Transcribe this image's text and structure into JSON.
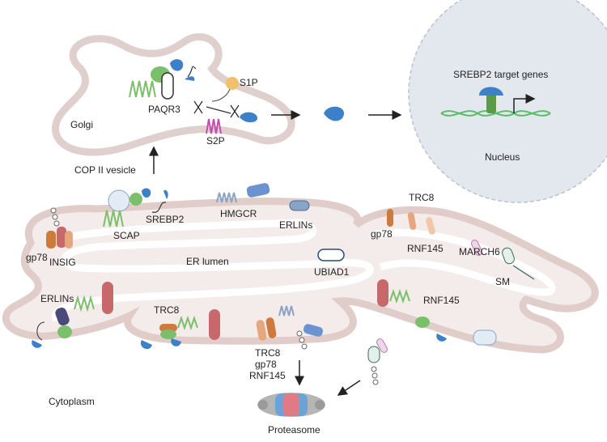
{
  "labels": {
    "srebp2_target_genes": "SREBP2 target genes",
    "nucleus": "Nucleus",
    "golgi": "Golgi",
    "paqr3": "PAQR3",
    "s1p": "S1P",
    "s2p": "S2P",
    "cop_ii_vesicle": "COP II vesicle",
    "scap": "SCAP",
    "srebp2": "SREBP2",
    "gp78_left": "gp78",
    "insig": "INSIG",
    "hmgcr": "HMGCR",
    "erlins_top": "ERLINs",
    "trc8_top": "TRC8",
    "gp78_right": "gp78",
    "rnf145_top": "RNF145",
    "march6": "MARCH6",
    "sm": "SM",
    "er_lumen": "ER lumen",
    "ubiad1": "UBIAD1",
    "erlins_left": "ERLINs",
    "trc8_mid": "TRC8",
    "rnf145_right": "RNF145",
    "trc8_bottom": "TRC8",
    "gp78_bottom": "gp78",
    "rnf145_bottom": "RNF145",
    "cytoplasm": "Cytoplasm",
    "proteasome": "Proteasome"
  },
  "colors": {
    "membrane": "#e9dcd9",
    "membrane_edge": "#c8b4b0",
    "nucleus": "#e3e7ee",
    "srebp_blue": "#3d7fc9",
    "scap_green": "#7cbf6a",
    "insig_red": "#c7686b",
    "gp78_orange": "#cf7a3d",
    "trc8_peach": "#e7a77e",
    "dna_green": "#5bbd6a",
    "s2p_magenta": "#c04fae",
    "s1p_yellow": "#f0c06a"
  }
}
